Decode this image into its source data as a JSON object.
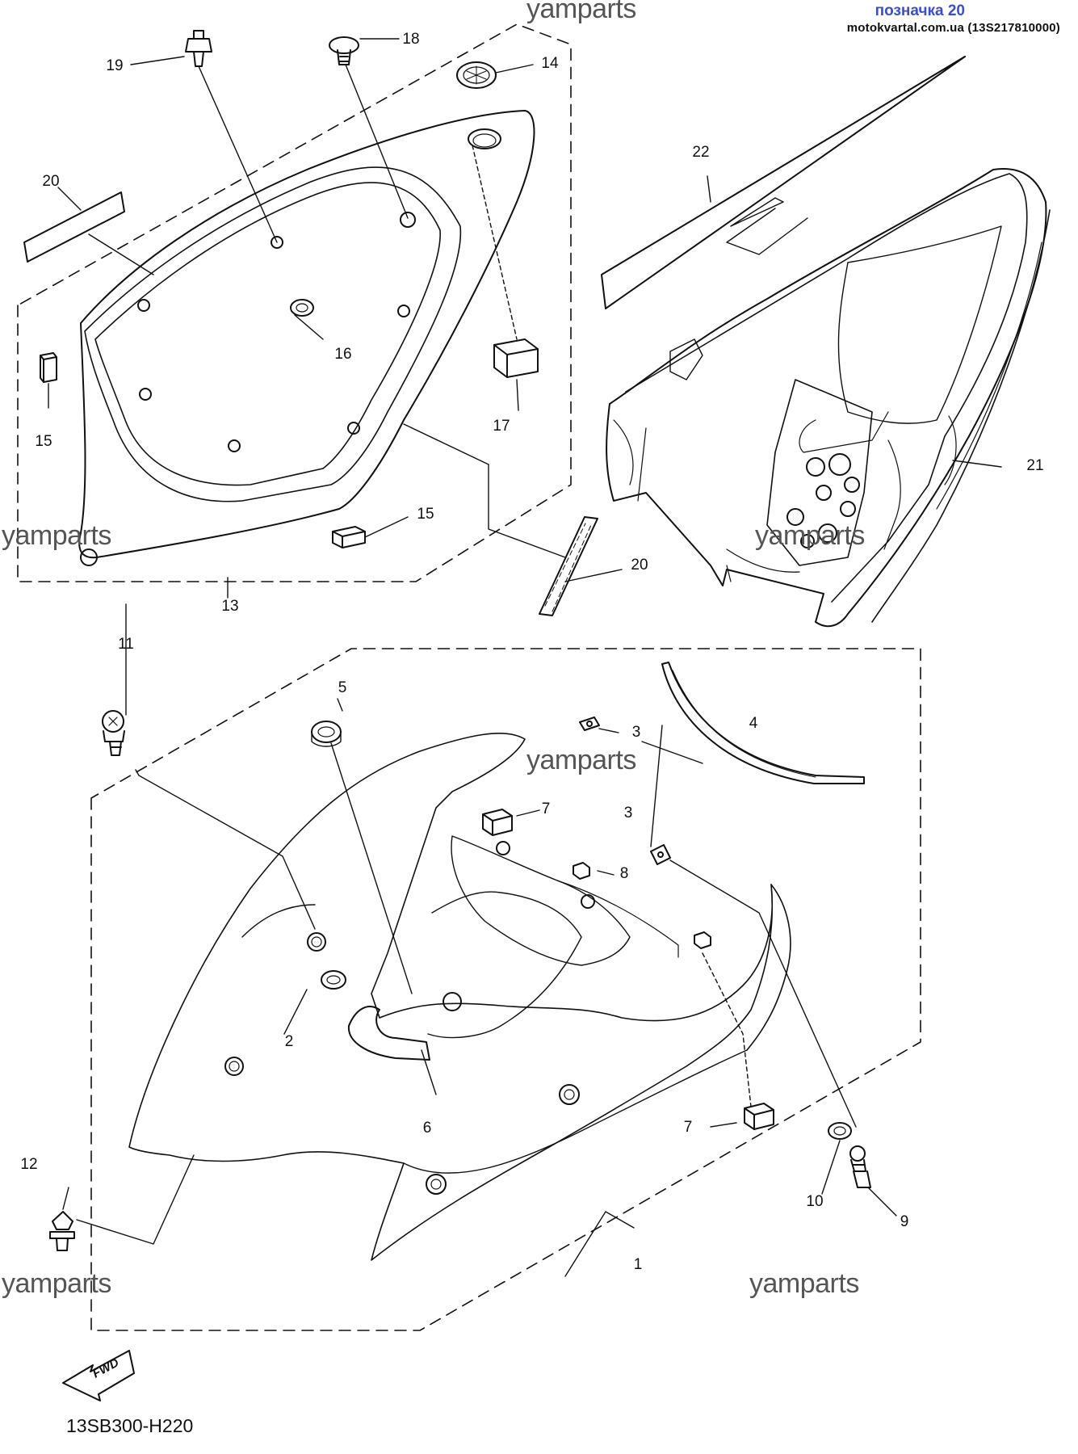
{
  "header": {
    "title": "позначка 20",
    "subtitle": "motokvartal.com.ua (13S217810000)"
  },
  "watermark": "yamparts",
  "diagram_code": "13SB300-H220",
  "fwd_label": "FWD",
  "callouts": [
    "1",
    "2",
    "3",
    "3",
    "4",
    "5",
    "6",
    "7",
    "7",
    "8",
    "9",
    "10",
    "11",
    "12",
    "13",
    "14",
    "15",
    "15",
    "16",
    "17",
    "18",
    "19",
    "20",
    "20",
    "21",
    "22"
  ]
}
